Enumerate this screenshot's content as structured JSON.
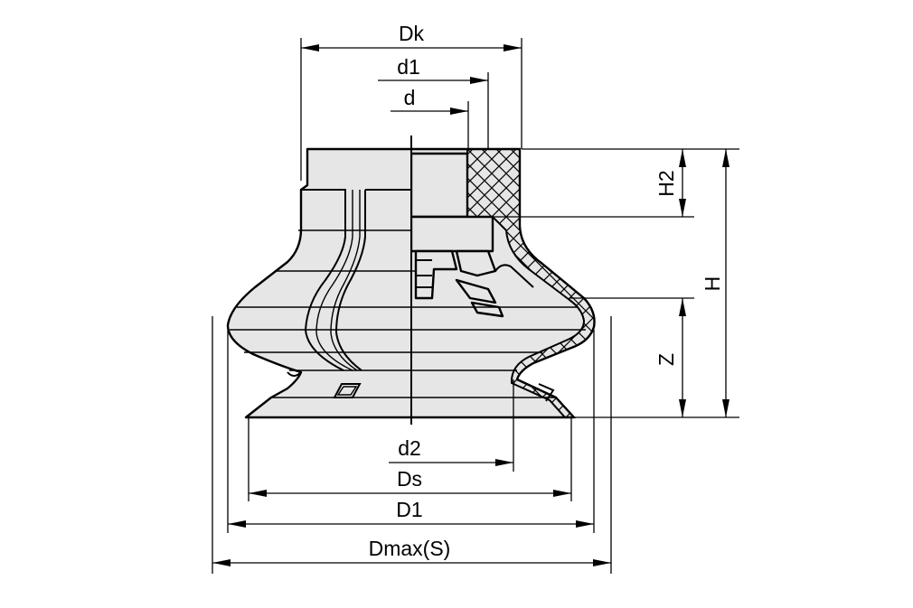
{
  "drawing": {
    "fill_color": "#e6e6e6",
    "line_color": "#000000",
    "hatch_color": "#000000"
  },
  "labels": {
    "Dk": "Dk",
    "d1": "d1",
    "d": "d",
    "H2": "H2",
    "H": "H",
    "Z": "Z",
    "d2": "d2",
    "Ds": "Ds",
    "D1": "D1",
    "Dmax": "Dmax(S)"
  }
}
